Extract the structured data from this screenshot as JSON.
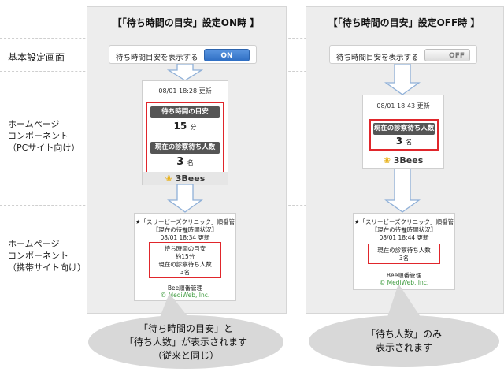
{
  "row_labels": {
    "basic": "基本設定画面",
    "pc_line1": "ホームページ",
    "pc_line2": "コンポーネント",
    "pc_line3": "（PCサイト向け）",
    "mb_line1": "ホームページ",
    "mb_line2": "コンポーネント",
    "mb_line3": "（携帯サイト向け）"
  },
  "left": {
    "title": "【「待ち時間の目安」設定ON時 】",
    "setting_label": "待ち時間目安を表示する",
    "toggle": "ON",
    "pc": {
      "updated": "08/01 18:28 更新",
      "wait_header": "待ち時間の目安",
      "wait_value": "15",
      "wait_unit": "分",
      "count_header": "現在の診察待ち人数",
      "count_value": "3",
      "count_unit": "名",
      "logo": "3Bees"
    },
    "mobile": {
      "line1": "★「スリービーズクリニック」順番管理",
      "line2": "【現在の待ち時間状況】",
      "line3": "08/01 18:34 更新",
      "box1": "待ち時間の目安",
      "box2": "約15分",
      "box3": "現在の診察待ち人数",
      "box4": "3名",
      "footer1": "Bee順番管理",
      "footer2": "© MediWeb, Inc."
    },
    "bubble_line1": "「待ち時間の目安」と",
    "bubble_line2": "「待ち人数」が表示されます",
    "bubble_line3": "（従来と同じ）"
  },
  "right": {
    "title": "【「待ち時間の目安」設定OFF時 】",
    "setting_label": "待ち時間目安を表示する",
    "toggle": "OFF",
    "pc": {
      "updated": "08/01 18:43 更新",
      "count_header": "現在の診察待ち人数",
      "count_value": "3",
      "count_unit": "名",
      "logo": "3Bees"
    },
    "mobile": {
      "line1": "★「スリービーズクリニック」順番管理",
      "line2": "【現在の待ち時間状況】",
      "line3": "08/01 18:44 更新",
      "box1": "現在の診察待ち人数",
      "box2": "3名",
      "footer1": "Bee順番管理",
      "footer2": "© MediWeb, Inc."
    },
    "bubble_line1": "「待ち人数」のみ",
    "bubble_line2": "表示されます"
  },
  "colors": {
    "highlight_red": "#e0262b",
    "toggle_on_blue": "#3d7fd6",
    "arrow_blue": "#8fb0d8",
    "panel_gray": "#ededed"
  }
}
